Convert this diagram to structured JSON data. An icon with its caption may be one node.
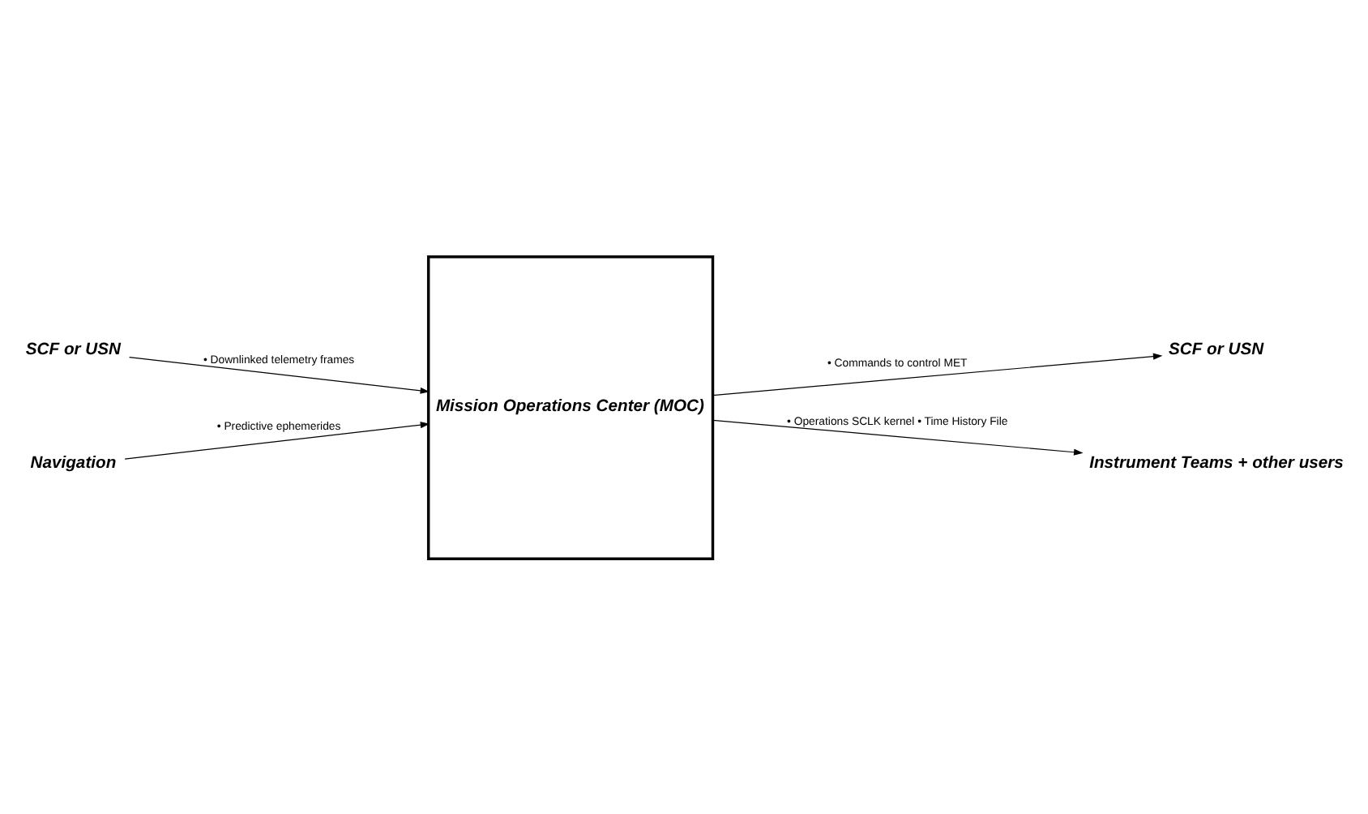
{
  "diagram": {
    "nodes": [
      {
        "text": [
          "SCF or USN"
        ]
      },
      {
        "text": [
          "Navigation"
        ]
      },
      {
        "text": [
          "Mission Operations Center (MOC)"
        ]
      },
      {
        "text": [
          "SCF or USN"
        ]
      },
      {
        "text": [
          "Instrument Teams + other users"
        ]
      }
    ],
    "edges": [
      {
        "from": 0,
        "to": 2,
        "arrow": "to",
        "label": "• Downlinked telemetry frames"
      },
      {
        "from": 1,
        "to": 2,
        "arrow": "to",
        "label": "• Predictive ephemerides"
      },
      {
        "from": 2,
        "to": 3,
        "arrow": "to",
        "label": "• Commands to control MET"
      },
      {
        "from": 2,
        "to": 4,
        "arrow": "to",
        "label": "• Operations SCLK kernel • Time History File"
      }
    ]
  }
}
